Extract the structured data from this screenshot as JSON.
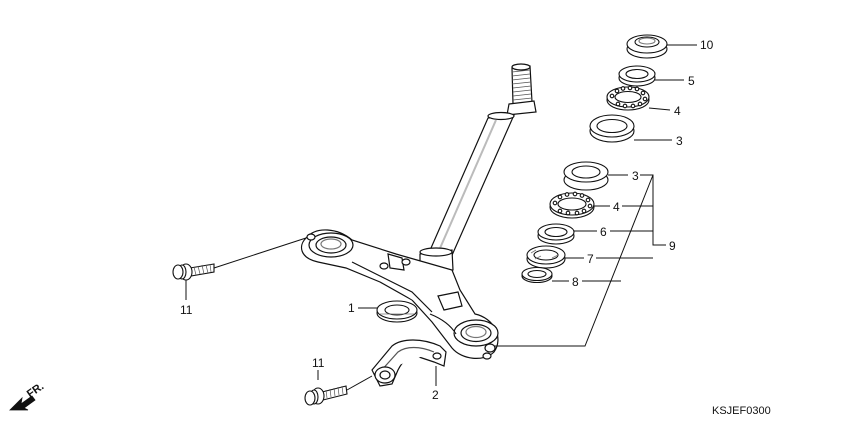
{
  "diagram": {
    "type": "exploded-parts-diagram",
    "callouts": [
      {
        "id": "c10",
        "label": "10"
      },
      {
        "id": "c5a",
        "label": "5"
      },
      {
        "id": "c4a",
        "label": "4"
      },
      {
        "id": "c3a",
        "label": "3"
      },
      {
        "id": "c3b",
        "label": "3"
      },
      {
        "id": "c4b",
        "label": "4"
      },
      {
        "id": "c6",
        "label": "6"
      },
      {
        "id": "c7",
        "label": "7"
      },
      {
        "id": "c8",
        "label": "8"
      },
      {
        "id": "c9",
        "label": "9"
      },
      {
        "id": "c1",
        "label": "1"
      },
      {
        "id": "c11a",
        "label": "11"
      },
      {
        "id": "c11b",
        "label": "11"
      },
      {
        "id": "c2",
        "label": "2"
      }
    ],
    "direction_label": "FR.",
    "diagram_code": "KSJEF0300",
    "colors": {
      "line": "#111111",
      "fill": "#ffffff",
      "shade": "#9a9a9a"
    }
  }
}
